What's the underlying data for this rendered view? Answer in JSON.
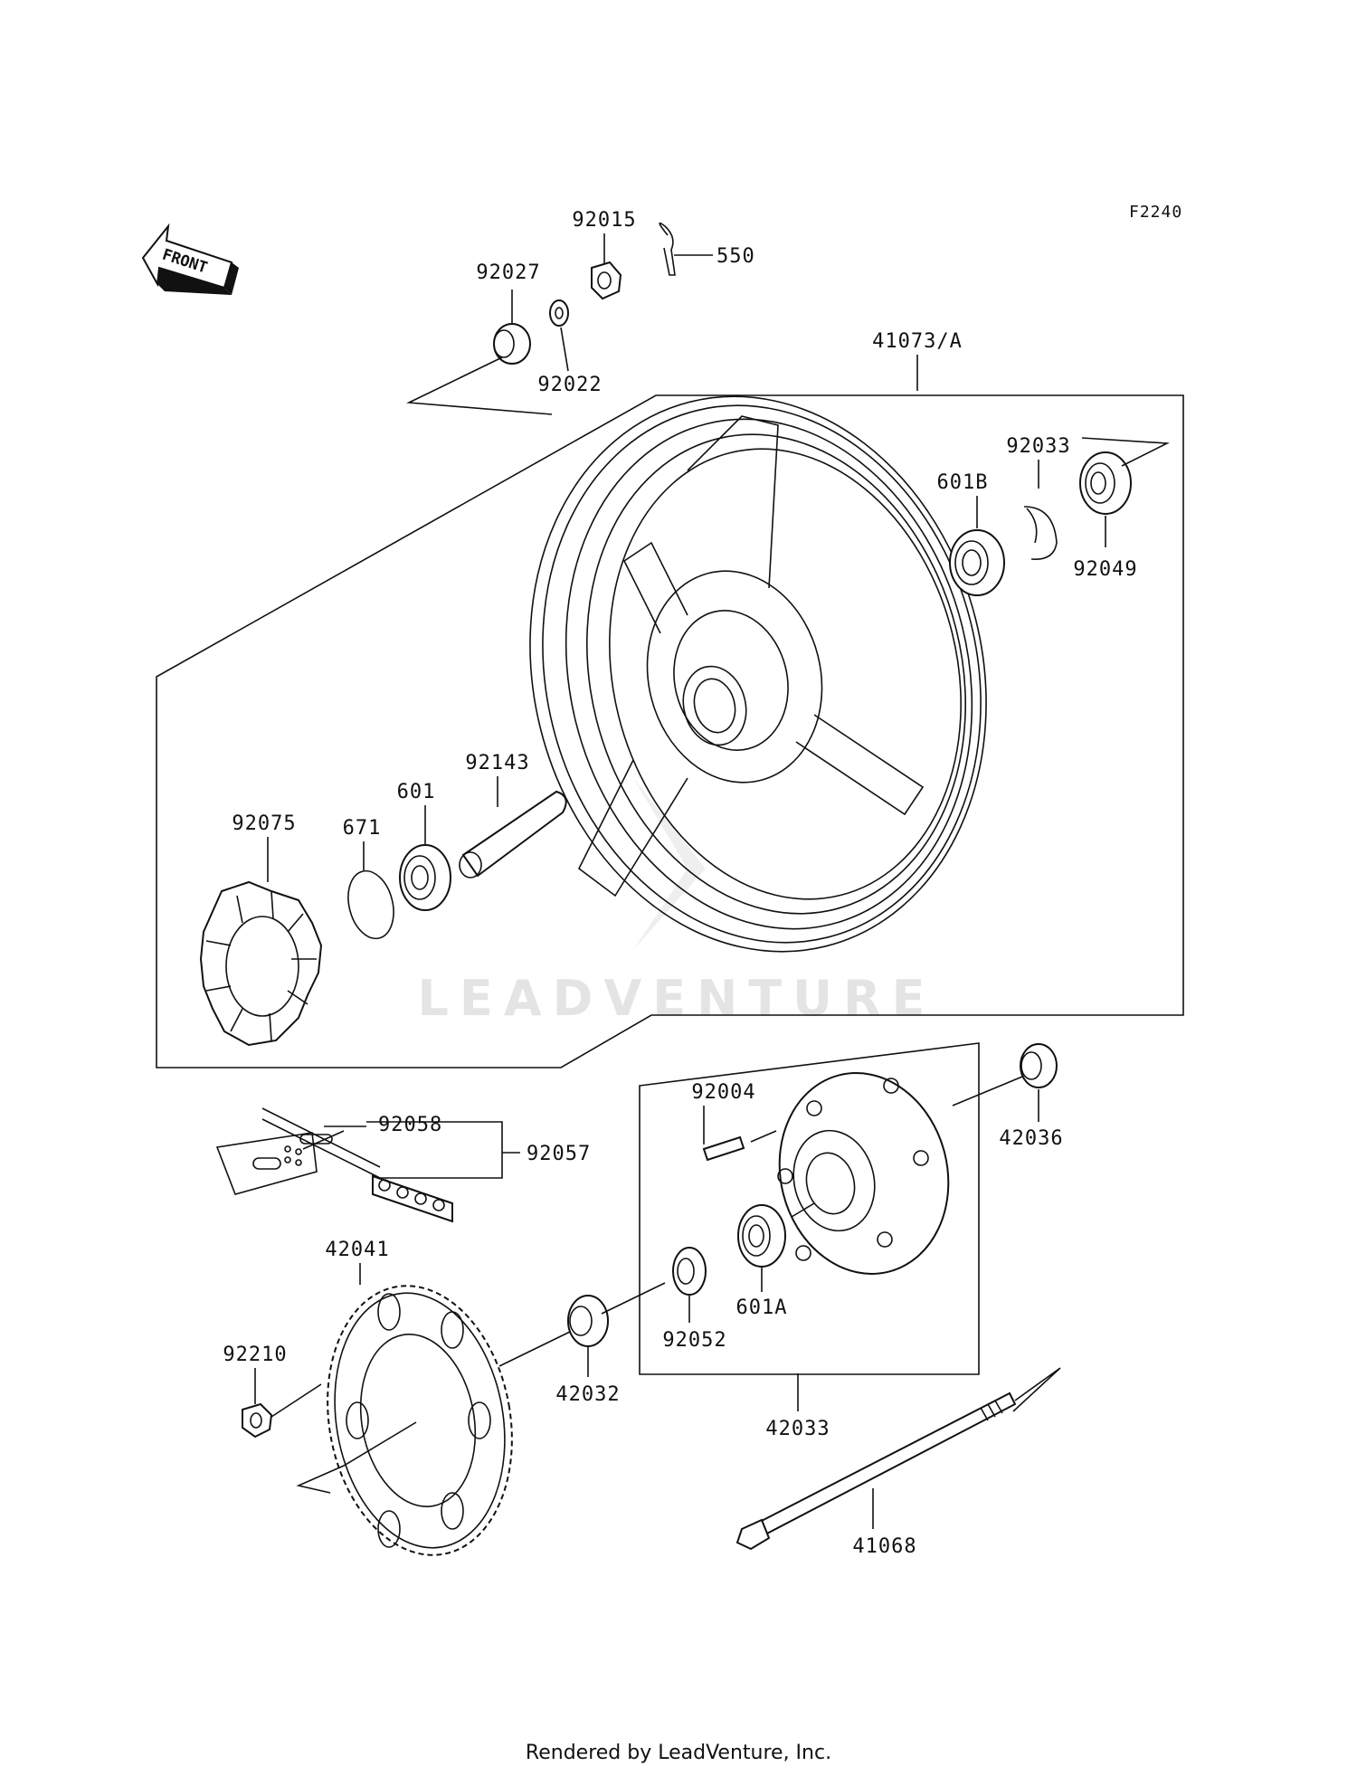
{
  "diagram": {
    "figure_code": "F2240",
    "front_arrow_text": "FRONT",
    "watermark": "LEADVENTURE",
    "footer": "Rendered by LeadVenture, Inc.",
    "parts": [
      {
        "id": "92015",
        "label": "92015"
      },
      {
        "id": "550",
        "label": "550"
      },
      {
        "id": "92027",
        "label": "92027"
      },
      {
        "id": "92022",
        "label": "92022"
      },
      {
        "id": "41073A",
        "label": "41073/A"
      },
      {
        "id": "92033",
        "label": "92033"
      },
      {
        "id": "601B",
        "label": "601B"
      },
      {
        "id": "92049",
        "label": "92049"
      },
      {
        "id": "92143",
        "label": "92143"
      },
      {
        "id": "601",
        "label": "601"
      },
      {
        "id": "671",
        "label": "671"
      },
      {
        "id": "92075",
        "label": "92075"
      },
      {
        "id": "92004",
        "label": "92004"
      },
      {
        "id": "42036",
        "label": "42036"
      },
      {
        "id": "92058",
        "label": "92058"
      },
      {
        "id": "92057",
        "label": "92057"
      },
      {
        "id": "42041",
        "label": "42041"
      },
      {
        "id": "601A",
        "label": "601A"
      },
      {
        "id": "92052",
        "label": "92052"
      },
      {
        "id": "92210",
        "label": "92210"
      },
      {
        "id": "42032",
        "label": "42032"
      },
      {
        "id": "42033",
        "label": "42033"
      },
      {
        "id": "41068",
        "label": "41068"
      }
    ]
  }
}
